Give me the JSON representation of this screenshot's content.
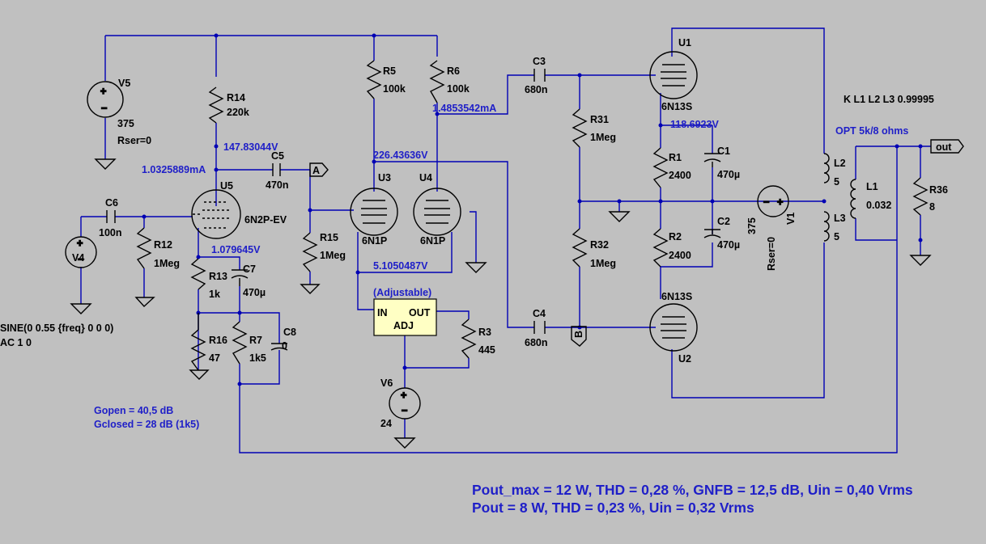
{
  "components": {
    "V5": {
      "name": "V5",
      "value": "375",
      "extra": "Rser=0"
    },
    "R14": {
      "name": "R14",
      "value": "220k"
    },
    "R5": {
      "name": "R5",
      "value": "100k"
    },
    "R6": {
      "name": "R6",
      "value": "100k"
    },
    "C3": {
      "name": "C3",
      "value": "680n"
    },
    "C4": {
      "name": "C4",
      "value": "680n"
    },
    "C5": {
      "name": "C5",
      "value": "470n"
    },
    "C6": {
      "name": "C6",
      "value": "100n"
    },
    "C7": {
      "name": "C7",
      "value": "470µ"
    },
    "C8": {
      "name": "C8",
      "value": "0"
    },
    "C1": {
      "name": "C1",
      "value": "470µ"
    },
    "C2": {
      "name": "C2",
      "value": "470µ"
    },
    "R31": {
      "name": "R31",
      "value": "1Meg"
    },
    "R32": {
      "name": "R32",
      "value": "1Meg"
    },
    "R1": {
      "name": "R1",
      "value": "2400"
    },
    "R2": {
      "name": "R2",
      "value": "2400"
    },
    "R12": {
      "name": "R12",
      "value": "1Meg"
    },
    "R13": {
      "name": "R13",
      "value": "1k"
    },
    "R15": {
      "name": "R15",
      "value": "1Meg"
    },
    "R16": {
      "name": "R16",
      "value": "47"
    },
    "R7": {
      "name": "R7",
      "value": "1k5"
    },
    "R3": {
      "name": "R3",
      "value": "445"
    },
    "R36": {
      "name": "R36",
      "value": "8"
    },
    "V4": {
      "name": "V4",
      "line1": "SINE(0 0.55 {freq} 0 0 0)",
      "line2": "AC 1 0"
    },
    "V6": {
      "name": "V6",
      "value": "24"
    },
    "V1": {
      "name": "V1",
      "value": "375",
      "extra": "Rser=0"
    },
    "U1": {
      "name": "U1",
      "type": "6N13S"
    },
    "U2": {
      "name": "U2",
      "type": "6N13S"
    },
    "U3": {
      "name": "U3",
      "type": "6N1P"
    },
    "U4": {
      "name": "U4",
      "type": "6N1P"
    },
    "U5": {
      "name": "U5",
      "type": "6N2P-EV"
    },
    "L1": {
      "name": "L1",
      "value": "0.032"
    },
    "L2": {
      "name": "L2",
      "value": "5"
    },
    "L3": {
      "name": "L3",
      "value": "5"
    },
    "reg": {
      "title": "(Adjustable)",
      "in": "IN",
      "out": "OUT",
      "adj": "ADJ"
    }
  },
  "directives": {
    "coupling": "K L1 L2 L3 0.99995",
    "opt": "OPT 5k/8 ohms"
  },
  "labels": {
    "A": "A",
    "B": "B",
    "out": "out"
  },
  "readings": {
    "v_r14": "147.83044V",
    "i_r14": "1.0325889mA",
    "v_cath5": "1.079645V",
    "i_r6": "1.4853542mA",
    "v_plate3": "226.43636V",
    "v_cath3": "5.1050487V",
    "v_cath1": "118.6923V"
  },
  "notes": {
    "gopen": "Gopen = 40,5 dB",
    "gclosed": "Gclosed = 28 dB (1k5)",
    "result1": "Pout_max = 12 W, THD = 0,28 %, GNFB = 12,5 dB, Uin = 0,40 Vrms",
    "result2": "Pout = 8 W, THD = 0,23 %, Uin = 0,32 Vrms"
  }
}
